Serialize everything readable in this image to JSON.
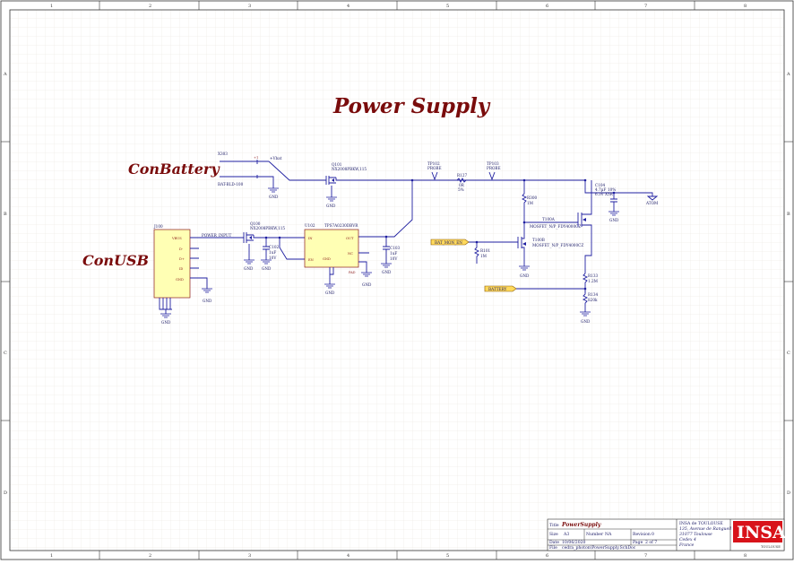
{
  "titles": {
    "main": "Power Supply",
    "battery": "ConBattery",
    "usb": "ConUSB"
  },
  "ruler": {
    "columns": [
      "1",
      "2",
      "3",
      "4",
      "5",
      "6",
      "7",
      "8"
    ],
    "rows": [
      "A",
      "B",
      "C",
      "D"
    ]
  },
  "components": {
    "x303": {
      "ref": "X303",
      "part": "BAT-BLD-100"
    },
    "q101": {
      "ref": "Q101",
      "part": "NX2008PBKW,115"
    },
    "q100": {
      "ref": "Q100",
      "part": "NX2008PBKW,115"
    },
    "u100": {
      "ref": "J100",
      "pins": [
        "VBUS",
        "D-",
        "D+",
        "ID",
        "GND"
      ]
    },
    "u102": {
      "ref": "U102",
      "part": "TPS7A0230DBVR",
      "pins": [
        "IN",
        "OUT",
        "EN",
        "NC",
        "GND",
        "PAD"
      ]
    },
    "c102": {
      "ref": "C102",
      "val": "1uF",
      "v": "10V"
    },
    "c103": {
      "ref": "C103",
      "val": "1uF",
      "v": "10V"
    },
    "c104": {
      "ref": "C104",
      "val": "4.7µF",
      "tol": "10%",
      "v": "6.3V X5R"
    },
    "r127": {
      "ref": "R127",
      "val": "0R",
      "tol": "5%"
    },
    "r300": {
      "ref": "R300",
      "val": "1M"
    },
    "r101": {
      "ref": "R101",
      "val": "1M"
    },
    "r133": {
      "ref": "R133",
      "val": "1.2M"
    },
    "r134": {
      "ref": "R134",
      "val": "820k"
    },
    "t100a": {
      "ref": "T100A",
      "part": "MOSFET_N/P_FDY4000CZ"
    },
    "t100b": {
      "ref": "T100B",
      "part": "MOSFET_N/P_FDY4000CZ"
    },
    "tp102": {
      "ref": "TP102",
      "part": "PROBE"
    },
    "tp103": {
      "ref": "TP103",
      "part": "PROBE"
    }
  },
  "nets": {
    "power_input": "POWER_INPUT",
    "vbat": "+Vbat",
    "gnd": "GND",
    "atom": "ATOM",
    "bat_mon_en": "BAT_MON_EN",
    "battery": "BATTERY"
  },
  "titleblock": {
    "title_label": "Title",
    "title": "PowerSupply",
    "size_label": "Size",
    "size": "A3",
    "number_label": "Number",
    "number": "NA",
    "revision_label": "Revision",
    "revision": "0",
    "date_label": "Date",
    "date": "10/06/2020",
    "page_label": "Page",
    "page": "2 of 7",
    "file_label": "File",
    "file": "cedra_photon\\PowerSupply.SchDoc",
    "org1": "INSA de TOULOUSE",
    "org2": "135, Avenue de Rangueil",
    "org3": "31077 Toulouse",
    "org4": "Cedex 4",
    "org5": "France",
    "logo": "INSA",
    "logo_sub": "TOULOUSE"
  }
}
